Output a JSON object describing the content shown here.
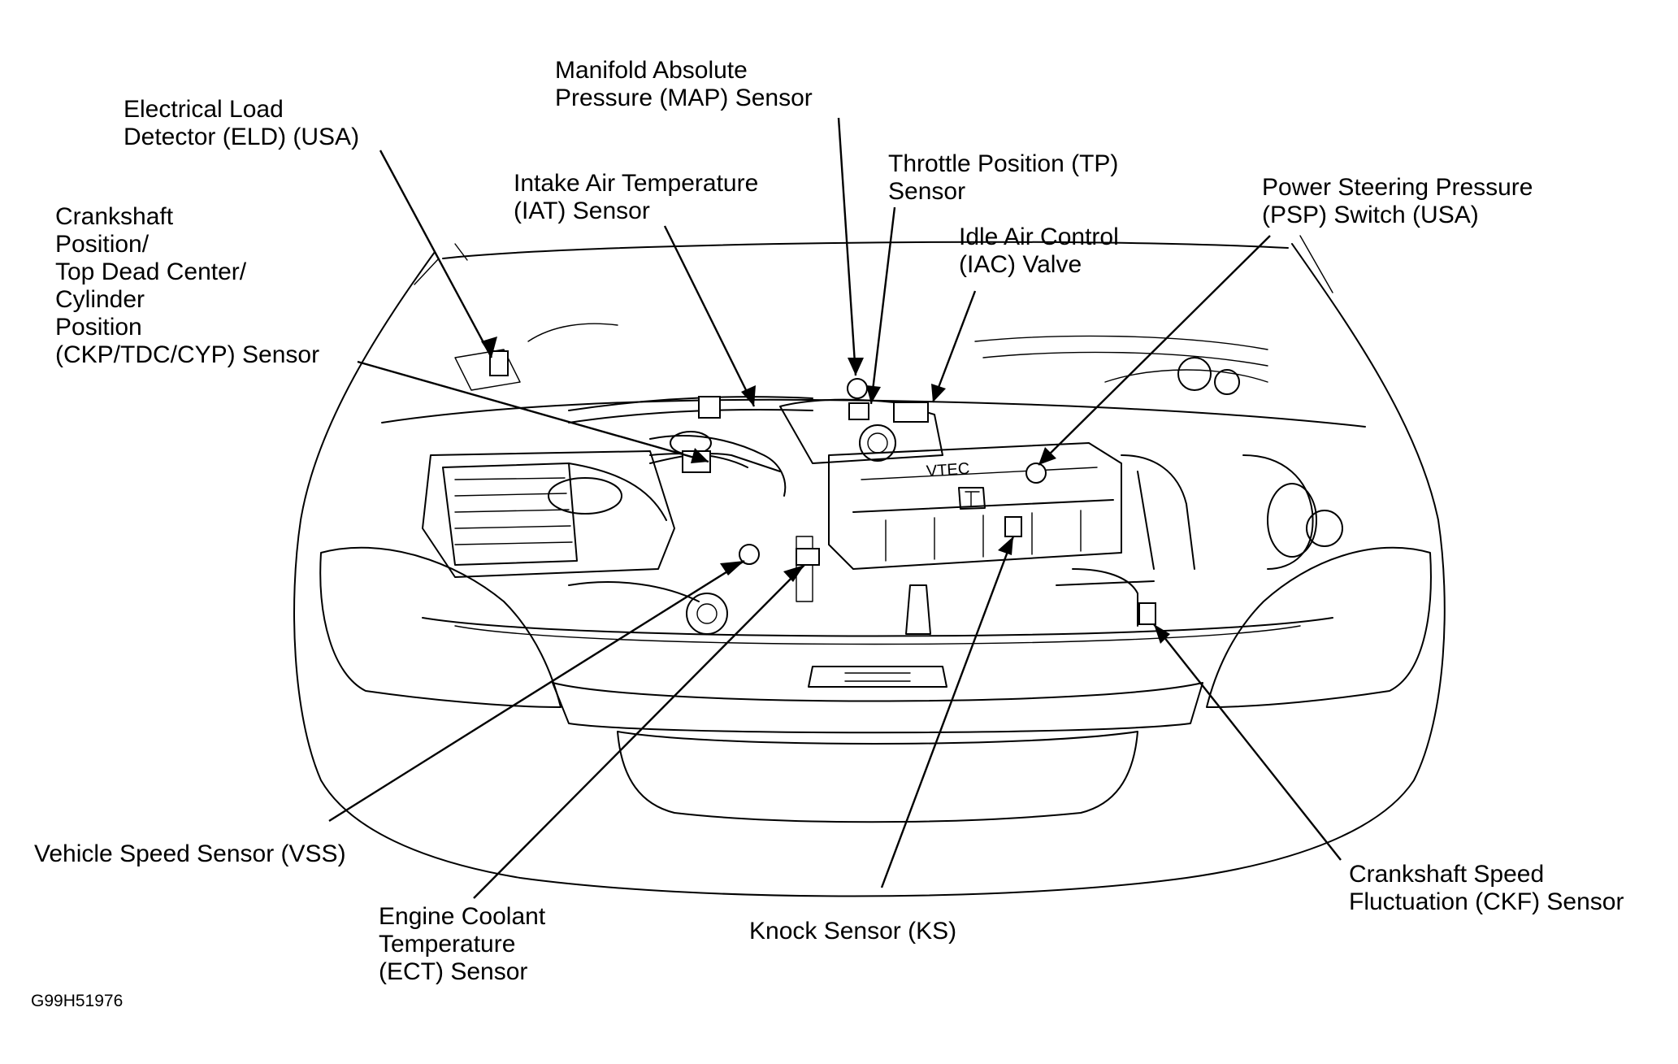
{
  "labels": {
    "eld": [
      "Electrical Load",
      "Detector (ELD) (USA)"
    ],
    "map": [
      "Manifold Absolute",
      "Pressure (MAP) Sensor"
    ],
    "tp": [
      "Throttle Position (TP)",
      "Sensor"
    ],
    "iat": [
      "Intake Air Temperature",
      "(IAT) Sensor"
    ],
    "ckp": [
      "Crankshaft",
      "Position/",
      "Top Dead Center/",
      "Cylinder",
      "Position",
      "(CKP/TDC/CYP) Sensor"
    ],
    "iac": [
      "Idle Air Control",
      "(IAC) Valve"
    ],
    "psp": [
      "Power Steering Pressure",
      "(PSP) Switch (USA)"
    ],
    "vss": [
      "Vehicle Speed Sensor (VSS)"
    ],
    "ect": [
      "Engine Coolant",
      "Temperature",
      "(ECT) Sensor"
    ],
    "ks": [
      "Knock Sensor (KS)"
    ],
    "ckf": [
      "Crankshaft Speed",
      "Fluctuation (CKF) Sensor"
    ]
  },
  "figure_id": "G99H51976",
  "engine_marking": "VTEC"
}
